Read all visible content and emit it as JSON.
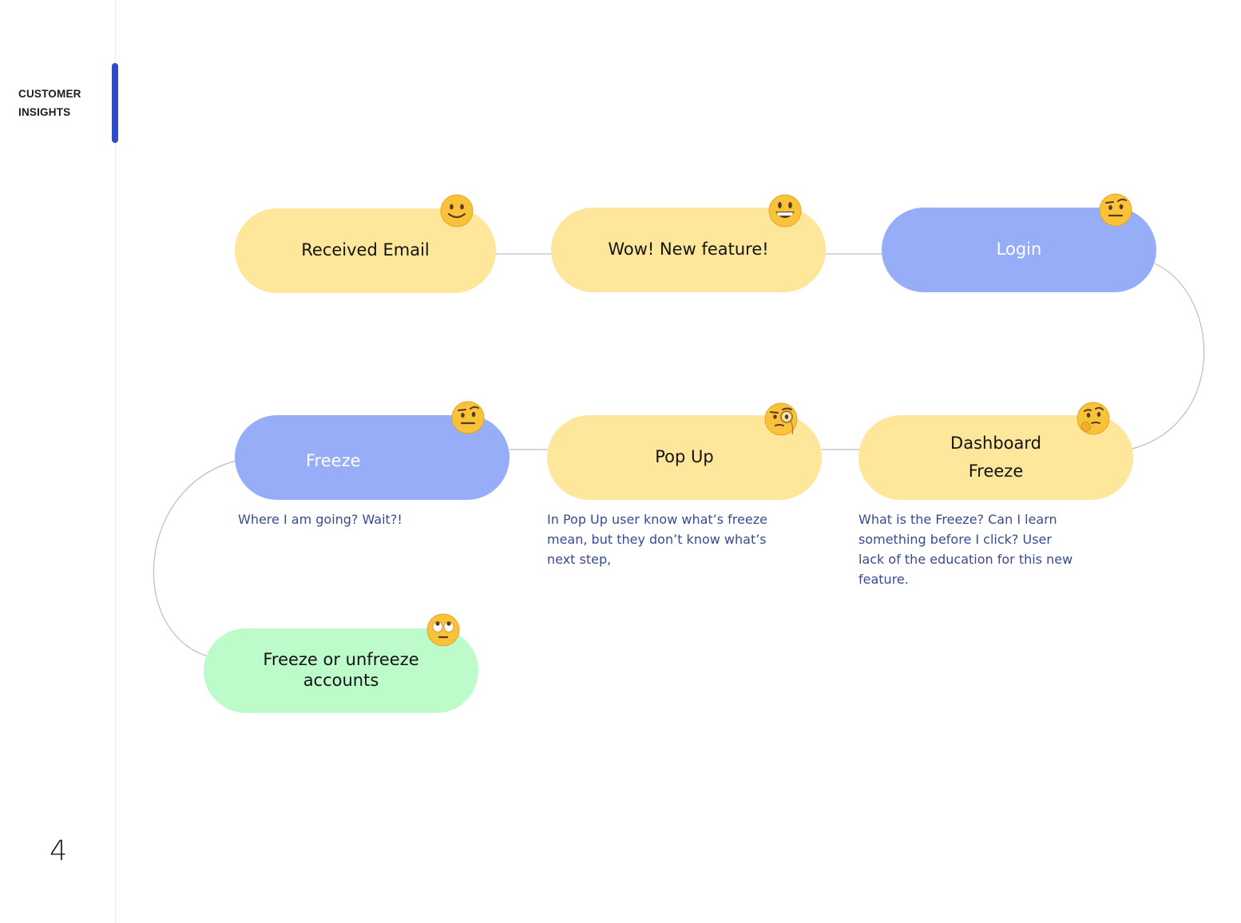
{
  "sidebar": {
    "section_label": "CUSTOMER\nINSIGHTS",
    "page_number": "4",
    "accent_color": "#2f4cc4"
  },
  "colors": {
    "yellow_node": "#fee69a",
    "blue_node": "#97adf8",
    "green_node": "#bdfcca",
    "connector": "#bdbdbd",
    "note_text": "#3a4a8f"
  },
  "flow": {
    "steps": [
      {
        "label": "Received Email",
        "emoji": "slightly-smiling-face-icon"
      },
      {
        "label": "Wow! New feature!",
        "emoji": "grinning-face-icon"
      },
      {
        "label": "Login",
        "emoji": "raised-eyebrow-face-icon"
      },
      {
        "label": "Dashboard\nFreeze",
        "emoji": "thinking-face-icon",
        "note": "What is the Freeze? Can I learn\nsomething before I click? User\nlack of the education for this new\nfeature."
      },
      {
        "label": "Pop Up",
        "emoji": "monocle-face-icon",
        "note": "In Pop Up user know what’s freeze\nmean, but they don’t know what’s\nnext step,"
      },
      {
        "label": "Freeze",
        "emoji": "raised-eyebrow-face-icon",
        "note": "Where I am going? Wait?!"
      },
      {
        "label": "Freeze or unfreeze\naccounts",
        "emoji": "eye-roll-face-icon"
      }
    ]
  }
}
